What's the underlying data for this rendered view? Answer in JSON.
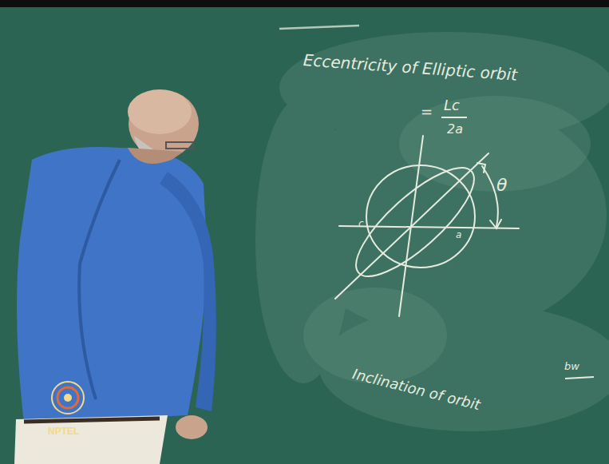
{
  "diagram": {
    "labels": [
      "Eccentricity of Elliptic orbit",
      "=",
      "Lc",
      "2a",
      "θ",
      "c",
      "a",
      "Inclination of orbit",
      "bw",
      "NPTEL"
    ]
  }
}
